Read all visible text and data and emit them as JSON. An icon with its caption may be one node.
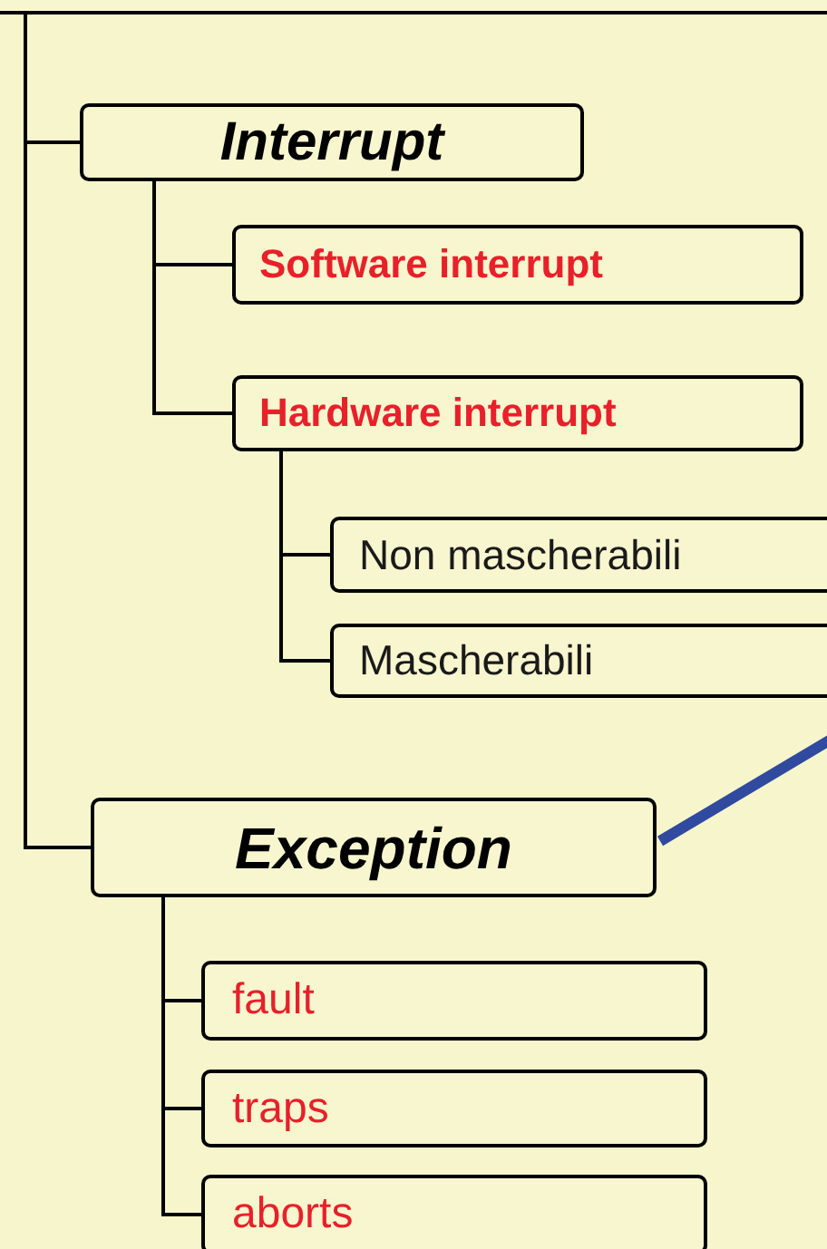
{
  "diagram": {
    "nodes": [
      {
        "text": [],
        "shape": "box"
      },
      {
        "text": [
          "Interrupt"
        ]
      },
      {
        "text": [
          "Software interrupt"
        ]
      },
      {
        "text": [
          "Hardware interrupt"
        ]
      },
      {
        "text": [
          "Non mascherabili"
        ]
      },
      {
        "text": [
          "Mascherabili"
        ]
      },
      {
        "text": [
          "Exception"
        ]
      },
      {
        "text": [
          "fault"
        ]
      },
      {
        "text": [
          "traps"
        ]
      },
      {
        "text": [
          "aborts"
        ]
      }
    ],
    "edges": [
      {
        "from": 0,
        "to": 1,
        "arrow": "none"
      },
      {
        "from": 0,
        "to": 6,
        "arrow": "none"
      },
      {
        "from": 1,
        "to": 2,
        "arrow": "none"
      },
      {
        "from": 1,
        "to": 3,
        "arrow": "none"
      },
      {
        "from": 3,
        "to": 4,
        "arrow": "none"
      },
      {
        "from": 3,
        "to": 5,
        "arrow": "none"
      },
      {
        "from": 6,
        "to": 7,
        "arrow": "none"
      },
      {
        "from": 6,
        "to": 8,
        "arrow": "none"
      },
      {
        "from": 6,
        "to": 9,
        "arrow": "none"
      },
      {
        "from": 6,
        "to": null,
        "arrow": "none",
        "style": "thick",
        "color": "#2f4a9e"
      }
    ]
  }
}
